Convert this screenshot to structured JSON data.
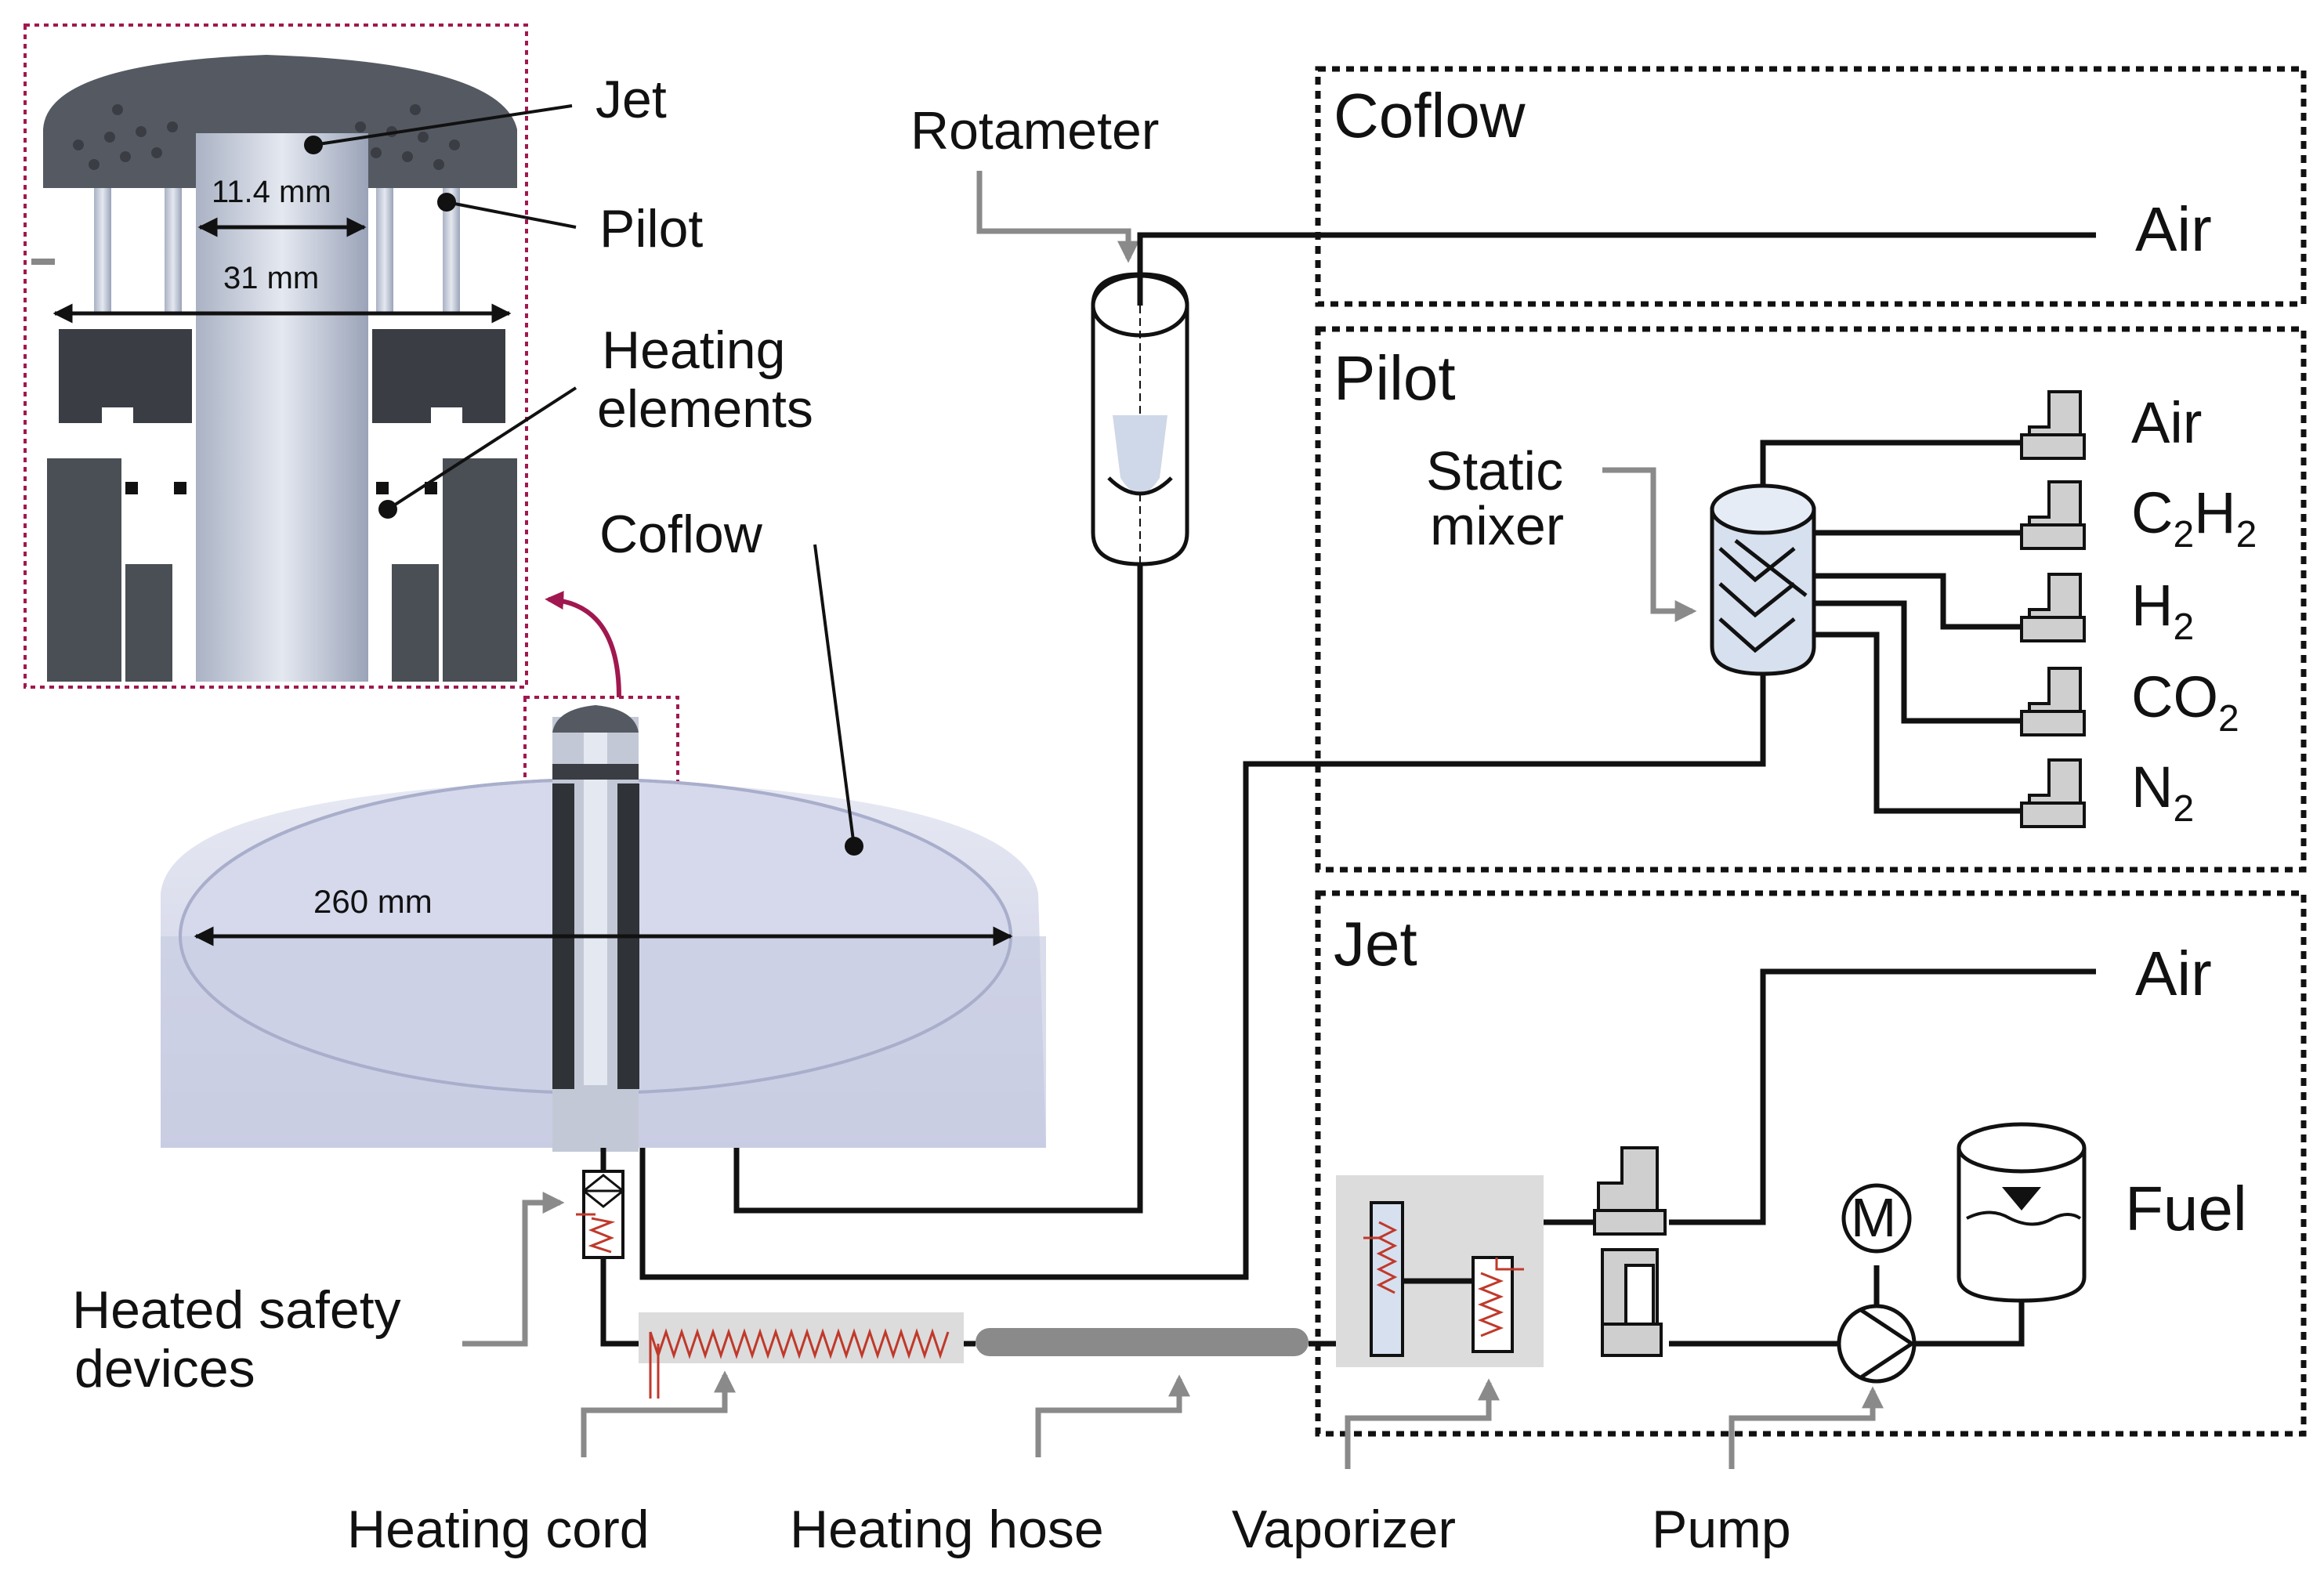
{
  "inset_labels": {
    "jet": "Jet",
    "pilot": "Pilot",
    "heating_elements_1": "Heating",
    "heating_elements_2": "elements",
    "coflow": "Coflow",
    "dim_jet": "11.4 mm",
    "dim_pilot": "31 mm",
    "dim_coflow": "260 mm"
  },
  "rotameter_label": "Rotameter",
  "boxes": {
    "coflow": {
      "title": "Coflow",
      "air": "Air"
    },
    "pilot": {
      "title": "Pilot",
      "static_mixer_1": "Static",
      "static_mixer_2": "mixer",
      "gases": [
        {
          "main": "Air",
          "sub": "",
          "tail": ""
        },
        {
          "main": "C",
          "sub": "2",
          "tail": "H",
          "sub2": "2"
        },
        {
          "main": "H",
          "sub": "2",
          "tail": ""
        },
        {
          "main": "CO",
          "sub": "2",
          "tail": ""
        },
        {
          "main": "N",
          "sub": "2",
          "tail": ""
        }
      ]
    },
    "jet": {
      "title": "Jet",
      "air": "Air",
      "fuel": "Fuel",
      "motor": "M"
    }
  },
  "component_labels": {
    "safety_1": "Heated safety",
    "safety_2": "devices",
    "heating_cord": "Heating cord",
    "heating_hose": "Heating hose",
    "vaporizer": "Vaporizer",
    "pump": "Pump"
  },
  "colors": {
    "line": "#111111",
    "pointer": "#8a8a8a",
    "heater": "#c0392b",
    "accent_arrow": "#a0184f",
    "coflow_glass": "#c9cde3",
    "controller": "#cfcfcf"
  }
}
